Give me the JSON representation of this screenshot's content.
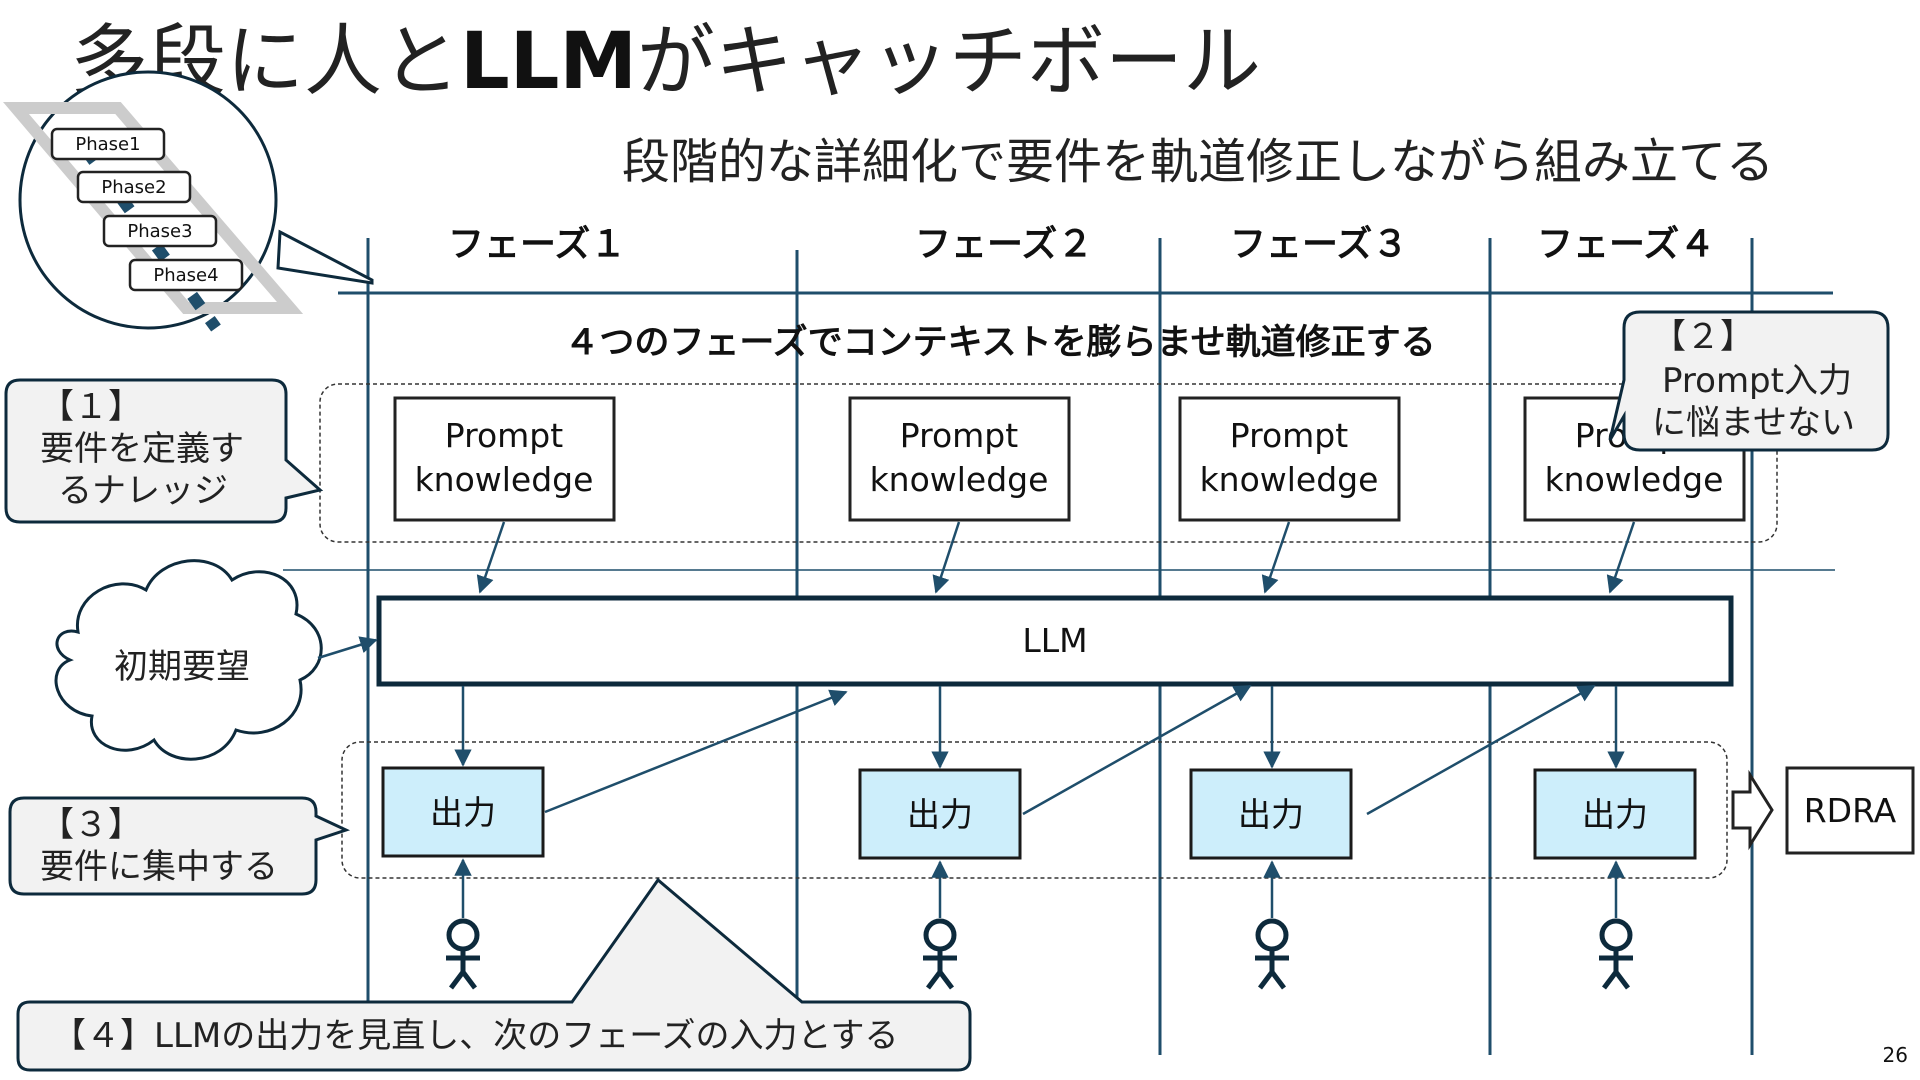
{
  "slide": {
    "title_pre": "多段に人と",
    "title_bold": "LLM",
    "title_post": "がキャッチボール",
    "subtitle": "段階的な詳細化で要件を軌道修正しながら組み立てる",
    "page_number": "26"
  },
  "mini_diagram": {
    "phases": [
      "Phase1",
      "Phase2",
      "Phase3",
      "Phase4"
    ]
  },
  "phase_headers": [
    "フェーズ１",
    "フェーズ２",
    "フェーズ３",
    "フェーズ４"
  ],
  "headline": "４つのフェーズでコンテキストを膨らませ軌道修正する",
  "knowledge_boxes": [
    {
      "line1": "Prompt",
      "line2": "knowledge"
    },
    {
      "line1": "Prompt",
      "line2": "knowledge"
    },
    {
      "line1": "Prompt",
      "line2": "knowledge"
    },
    {
      "line1": "Prompt",
      "line2": "knowledge"
    }
  ],
  "llm_label": "LLM",
  "output_boxes": [
    "出力",
    "出力",
    "出力",
    "出力"
  ],
  "initial_request": "初期要望",
  "rdra_label": "RDRA",
  "callouts": {
    "c1": {
      "num": "【１】",
      "line1": "要件を定義す",
      "line2": "るナレッジ"
    },
    "c2": {
      "num": "【２】",
      "line1": "Prompt入力",
      "line2": "に悩ませない"
    },
    "c3": {
      "num": "【３】",
      "line1": "要件に集中する"
    },
    "c4": {
      "text": "【４】LLMの出力を見直し、次のフェーズの入力とする"
    }
  },
  "colors": {
    "line": "#1f4e6b",
    "output_fill": "#cdeefb",
    "callout_fill": "#f2f2f2",
    "dark_border": "#0d2a3c"
  }
}
